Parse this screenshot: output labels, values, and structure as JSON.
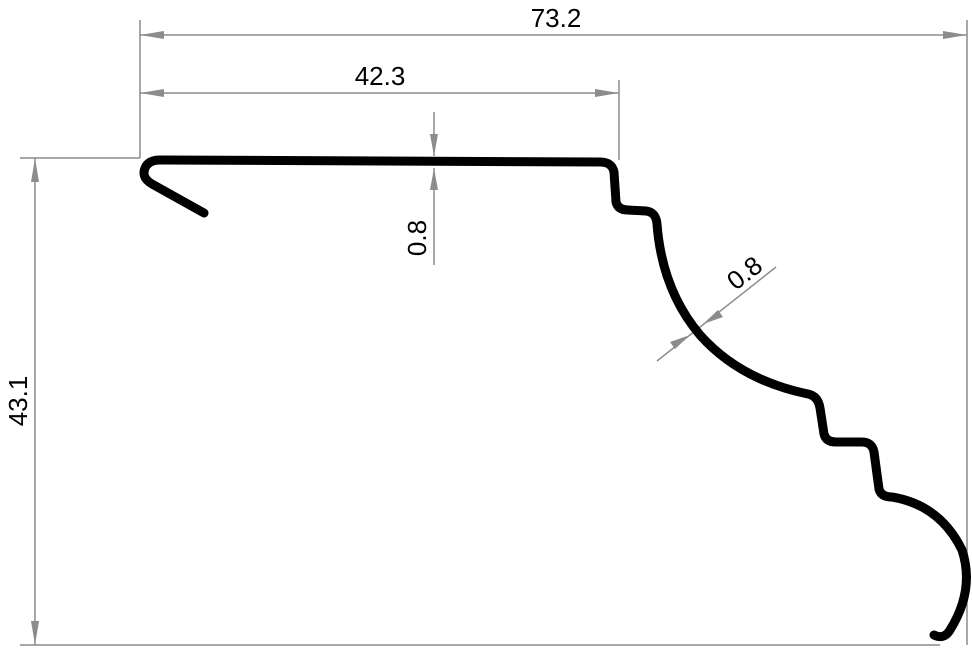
{
  "drawing": {
    "type": "profile cross-section",
    "colors": {
      "profile": "#000000",
      "dimension_line": "#8c8c8c",
      "text": "#000000",
      "background": "#ffffff"
    },
    "dimensions": {
      "overall_width": {
        "label": "73.2",
        "orientation": "horizontal"
      },
      "top_flat_width": {
        "label": "42.3",
        "orientation": "horizontal"
      },
      "top_thickness": {
        "label": "0.8",
        "orientation": "vertical"
      },
      "curve_thickness": {
        "label": "0.8",
        "orientation": "angled"
      },
      "overall_height": {
        "label": "43.1",
        "orientation": "vertical"
      }
    }
  }
}
